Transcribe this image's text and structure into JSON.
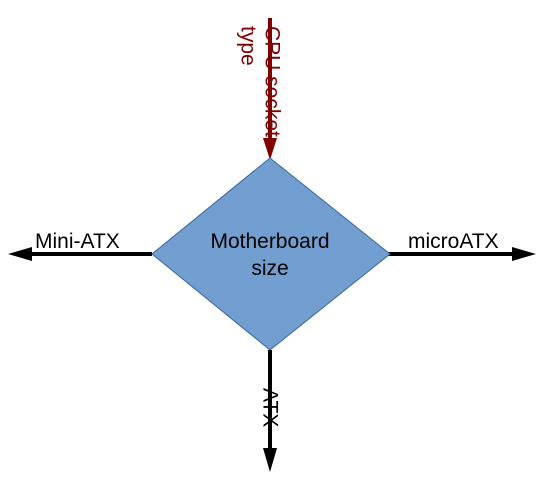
{
  "center": {
    "line1": "Motherboard",
    "line2": "size",
    "fill_color": "#729FCF",
    "stroke_color": "#3465A4"
  },
  "arrows": {
    "top": {
      "label_line1": "CPU socket",
      "label_line2": "type",
      "color": "#800000"
    },
    "left": {
      "label": "Mini-ATX",
      "color": "#000000"
    },
    "right": {
      "label": "microATX",
      "color": "#000000"
    },
    "bottom": {
      "label": "ATX",
      "color": "#000000"
    }
  }
}
